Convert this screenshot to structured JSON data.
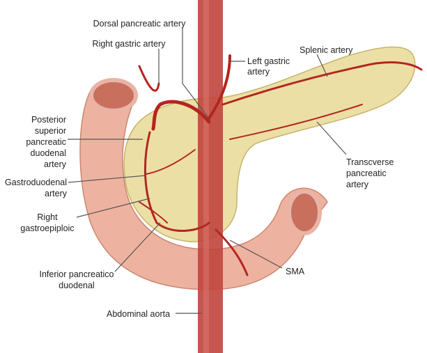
{
  "title": "Pancreatic arterial supply",
  "colors": {
    "artery": "#b3261e",
    "pancreas": "#ecdfa6",
    "duodenum": "#eeb3a0",
    "aorta": "#c0453d"
  },
  "labels": {
    "dorsal_pancreatic": "Dorsal pancreatic artery",
    "right_gastric": "Right gastric artery",
    "left_gastric": [
      "Left gastric",
      "artery"
    ],
    "splenic": "Splenic artery",
    "psp_duodenal": [
      "Posterior",
      "superior",
      "pancreatic",
      "duodenal",
      "artery"
    ],
    "gastroduodenal": [
      "Gastroduodenal",
      "artery"
    ],
    "right_gastroepiploic": [
      "Right",
      "gastroepiploic"
    ],
    "inferior_pancreatico": [
      "Inferior pancreatico",
      "duodenal"
    ],
    "abdominal_aorta": "Abdominal aorta",
    "sma": "SMA",
    "transverse_pancreatic": [
      "Transcverse",
      "pancreatic",
      "artery"
    ]
  }
}
